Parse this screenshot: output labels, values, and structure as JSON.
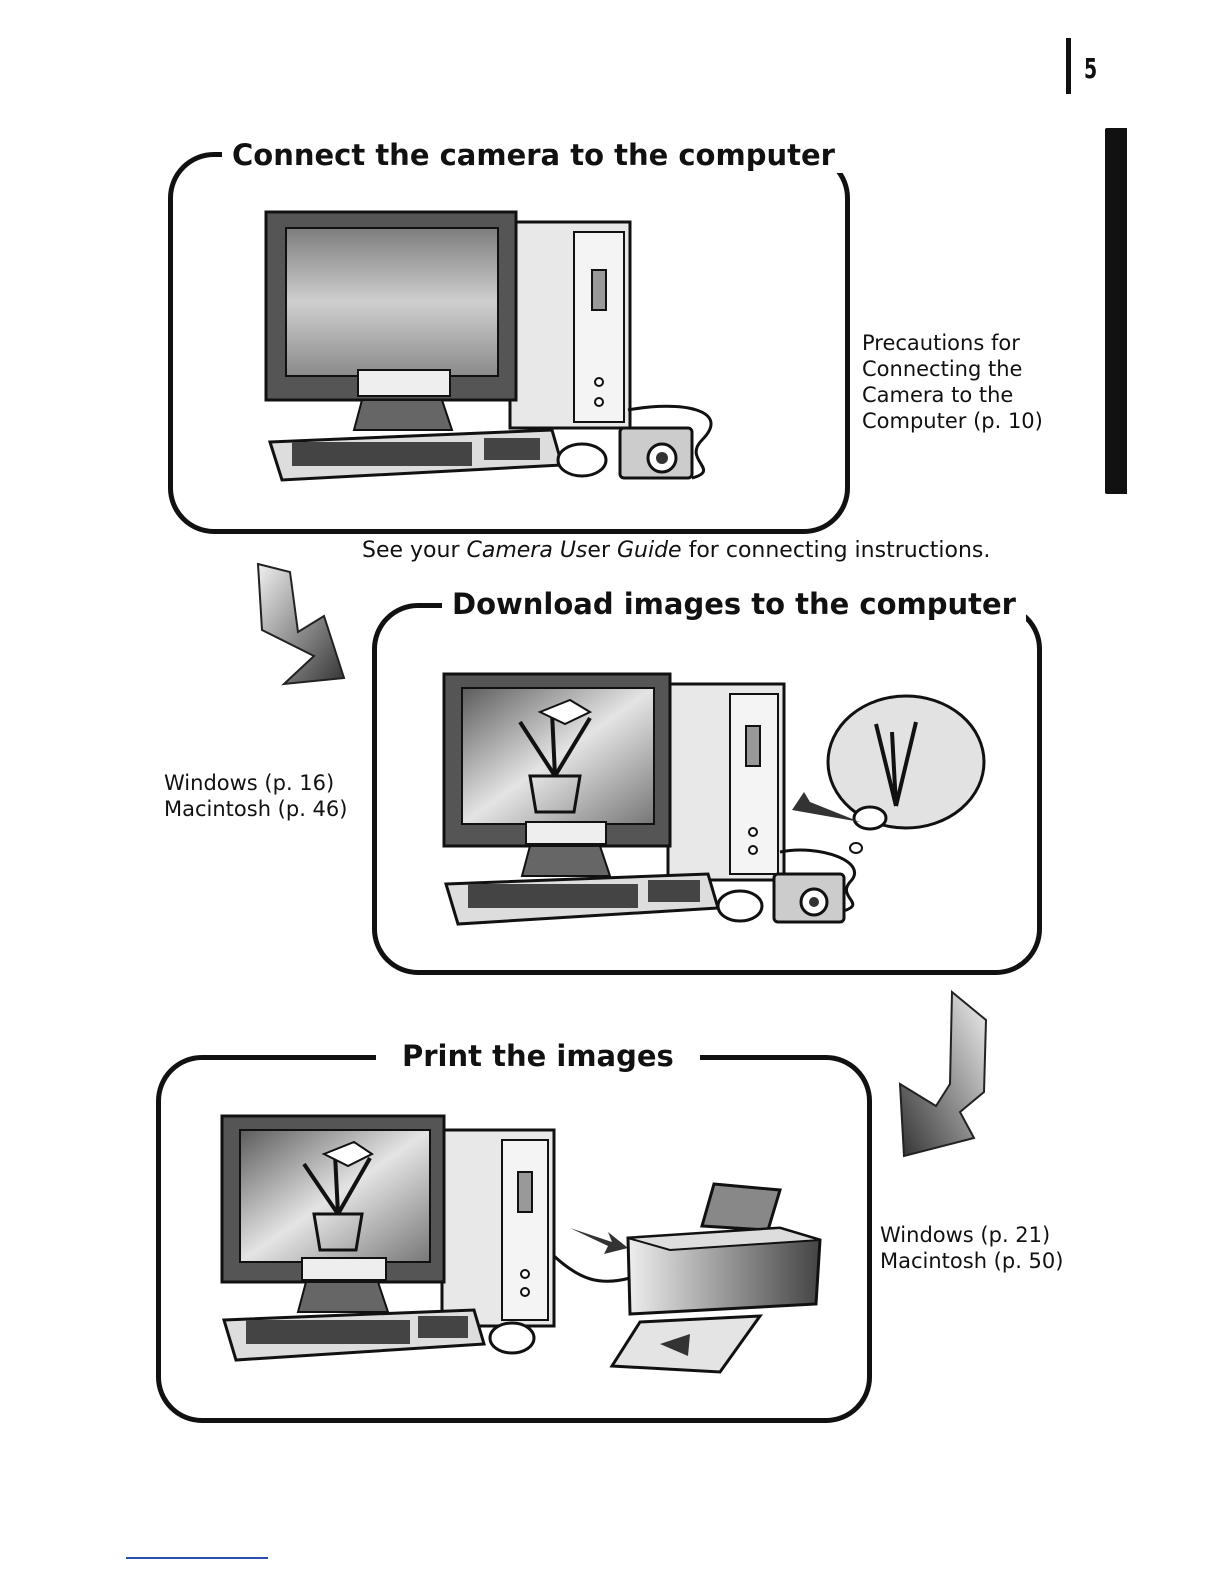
{
  "page_number": "5",
  "sections": {
    "connect": {
      "title": "Connect the camera to the computer",
      "side_note": "Precautions for\nConnecting the\nCamera to the\nComputer (p. 10)"
    },
    "instructions": {
      "prefix": "See your ",
      "italic_a": "Camera Us",
      "middle": "er",
      "italic_b": " Guide",
      "suffix": " for connecting instructions."
    },
    "download": {
      "title": "Download images to the computer",
      "side_note": "Windows (p. 16)\nMacintosh (p. 46)"
    },
    "print": {
      "title": "Print the images",
      "side_note": "Windows (p. 21)\nMacintosh (p. 50)"
    }
  }
}
